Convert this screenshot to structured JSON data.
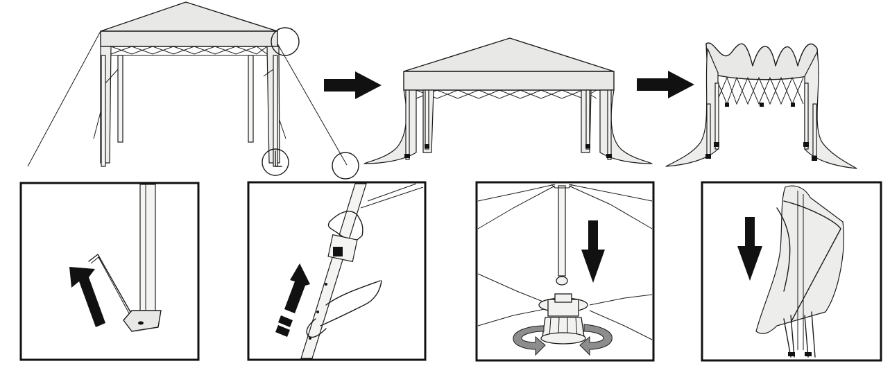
{
  "diagram": {
    "steps_top": [
      "tent-staked",
      "tent-sidewalls-lowered",
      "tent-frame-collapsing"
    ],
    "steps_bottom": [
      "remove-stake",
      "release-leg-slider",
      "push-center-hub-down",
      "fold-frame-closed"
    ],
    "colors": {
      "ink": "#1a1a1a",
      "fabric": "#e8e8e6",
      "arrow": "#111111",
      "rotate_arrow": "#8d8d8d"
    }
  }
}
